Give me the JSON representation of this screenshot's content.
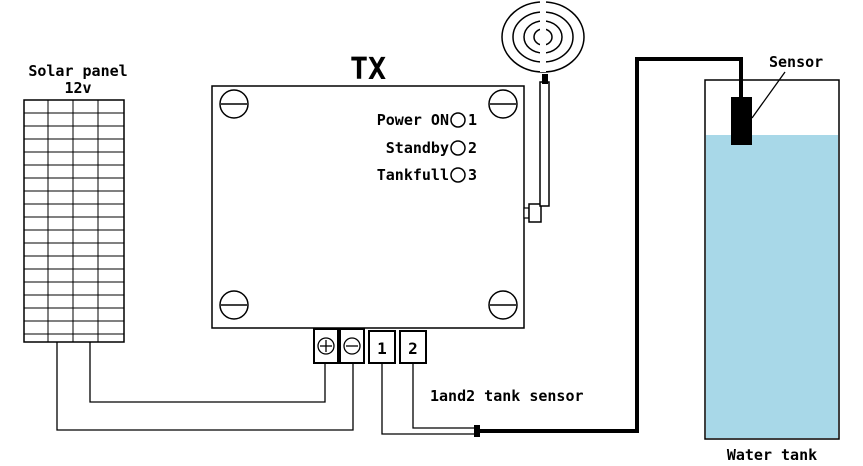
{
  "labels": {
    "solar_panel_line1": "Solar panel",
    "solar_panel_line2": "12v",
    "tx_title": "TX",
    "power_on": "Power ON",
    "standby": "Standby",
    "tank_full": "Tankfull",
    "sensor": "Sensor",
    "tank_sensor_wiring": "1and2 tank sensor",
    "water_tank": "Water tank"
  },
  "indicators": [
    {
      "label": "Power ON",
      "number": "1"
    },
    {
      "label": "Standby",
      "number": "2"
    },
    {
      "label": "Tankfull",
      "number": "3"
    }
  ],
  "terminals": [
    {
      "symbol": "plus"
    },
    {
      "symbol": "minus"
    },
    {
      "number": "1"
    },
    {
      "number": "2"
    }
  ],
  "colors": {
    "water": "#a8d8e8",
    "stroke": "#000000"
  }
}
